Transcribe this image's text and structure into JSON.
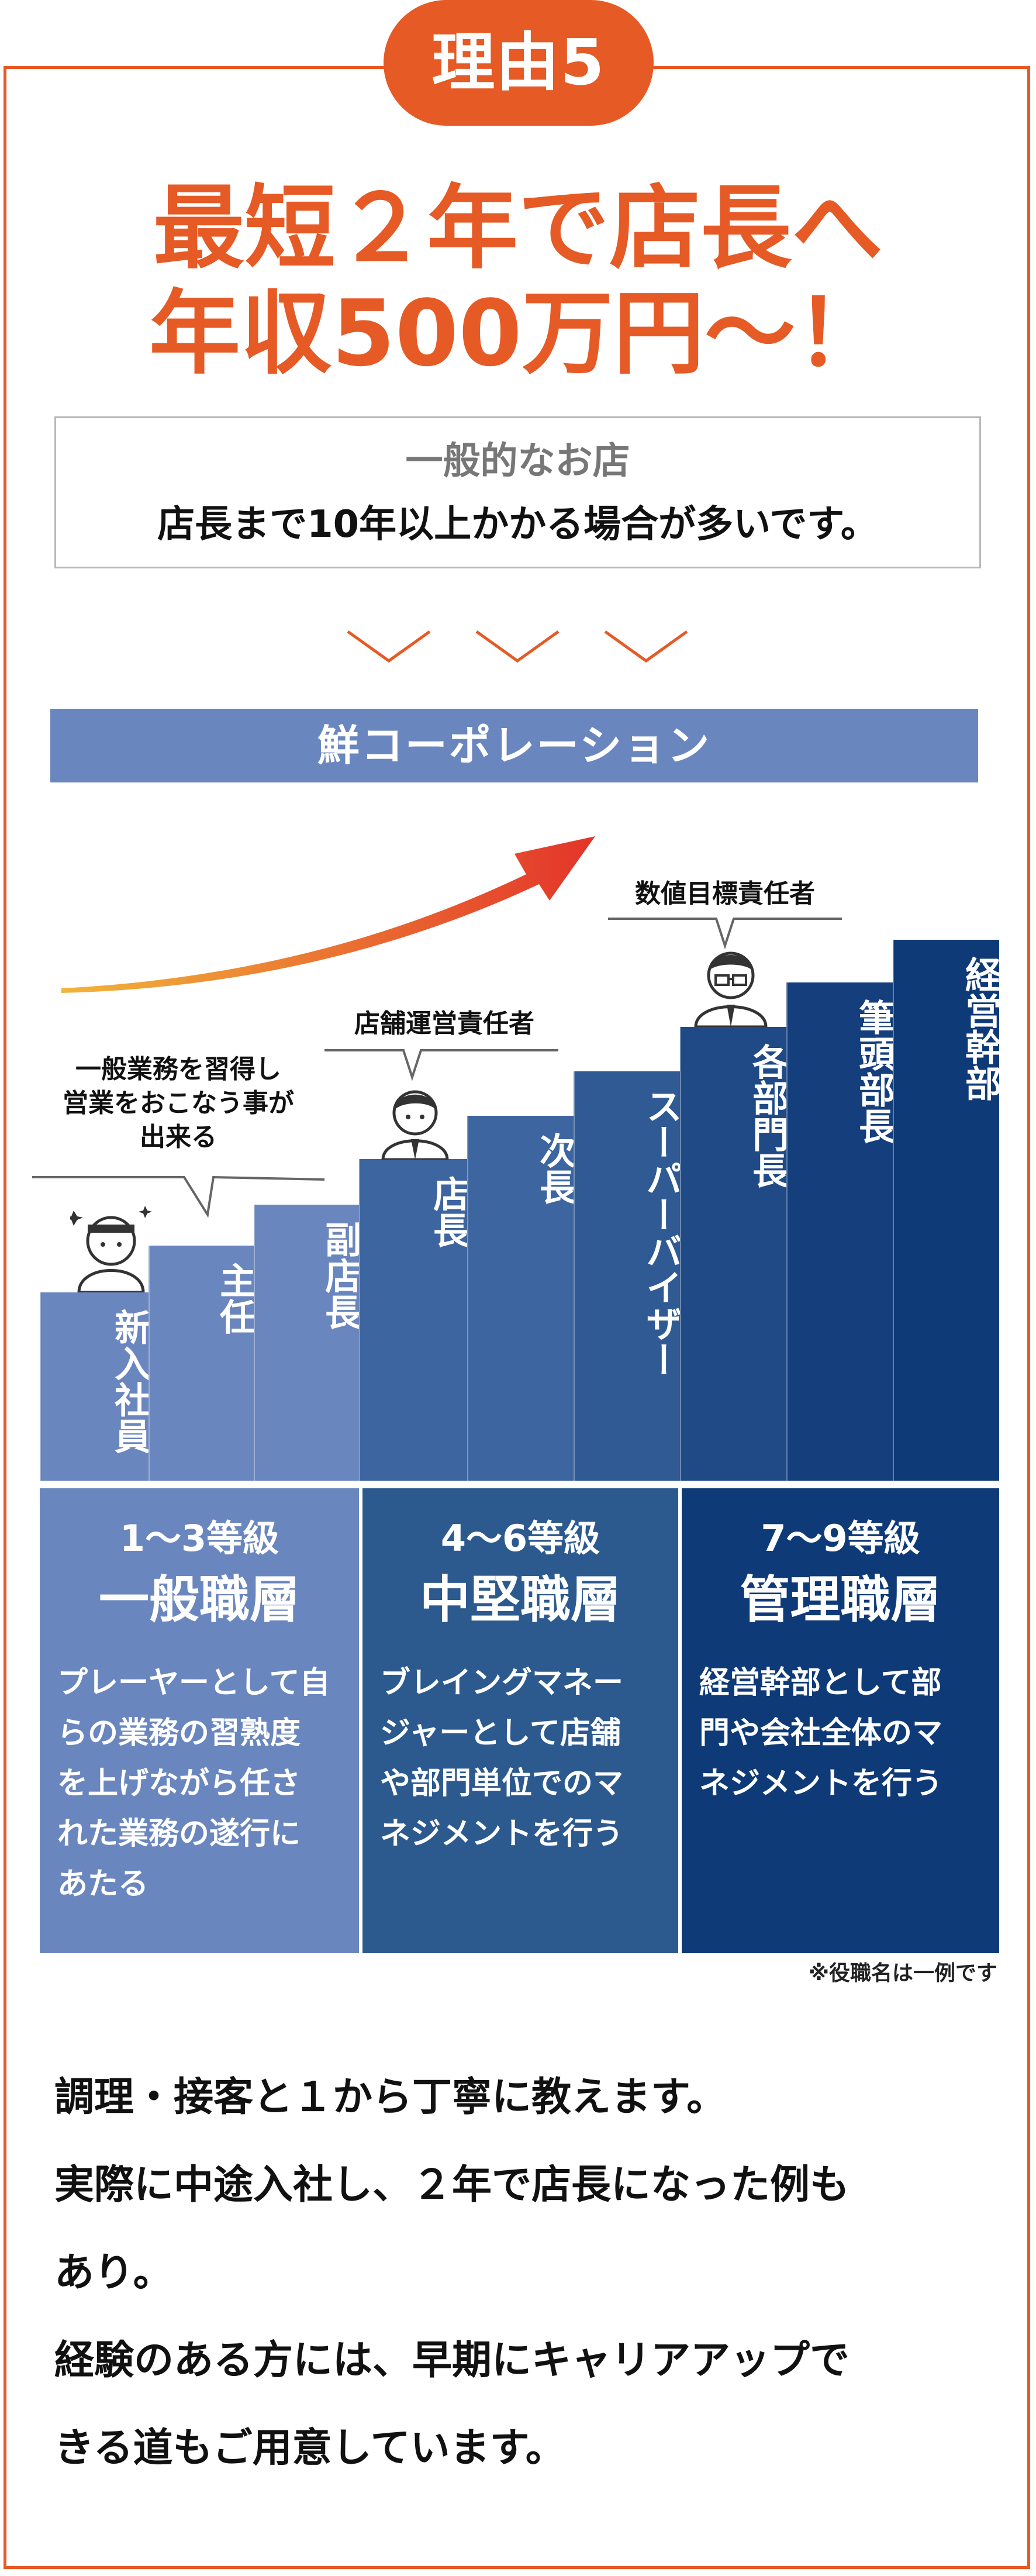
{
  "badge": "理由5",
  "headline": [
    "最短２年で店長へ",
    "年収500万円〜！"
  ],
  "note": {
    "title": "一般的なお店",
    "body": "店長まで10年以上かかる場合が多いです。"
  },
  "company": "鮮コーポレーション",
  "steps": [
    {
      "label": "新入社員"
    },
    {
      "label": "主任"
    },
    {
      "label": "副店長"
    },
    {
      "label": "店長"
    },
    {
      "label": "次長"
    },
    {
      "label": "スーパーバイザー"
    },
    {
      "label": "各部門長"
    },
    {
      "label": "筆頭部長"
    },
    {
      "label": "経営幹部"
    }
  ],
  "bubbles": {
    "newcomer": [
      "一般業務を習得し",
      "営業をおこなう事が",
      "出来る"
    ],
    "manager": [
      "店舗運営責任者"
    ],
    "director": [
      "数値目標責任者"
    ]
  },
  "tiers": [
    {
      "grade": "1〜3等級",
      "name": "一般職層",
      "desc": [
        "プレーヤーとして自",
        "らの業務の習熟度",
        "を上げながら任さ",
        "れた業務の遂行に",
        "あたる"
      ],
      "color": "#6a86be"
    },
    {
      "grade": "4〜6等級",
      "name": "中堅職層",
      "desc": [
        "ブレイングマネー",
        "ジャーとして店舗",
        "や部門単位でのマ",
        "ネジメントを行う"
      ],
      "color": "#2c5a8f"
    },
    {
      "grade": "7〜9等級",
      "name": "管理職層",
      "desc": [
        "経営幹部として部",
        "門や会社全体のマ",
        "ネジメントを行う"
      ],
      "color": "#0f3a78"
    }
  ],
  "footnote": "※役職名は一例です",
  "body_text": [
    "調理・接客と１から丁寧に教えます。",
    "実際に中途入社し、２年で店長になった例も",
    "あり。",
    "経験のある方には、早期にキャリアアップで",
    "きる道もご用意しています。"
  ],
  "colors": {
    "accent": "#e65a25",
    "bar": "#6a86be"
  }
}
